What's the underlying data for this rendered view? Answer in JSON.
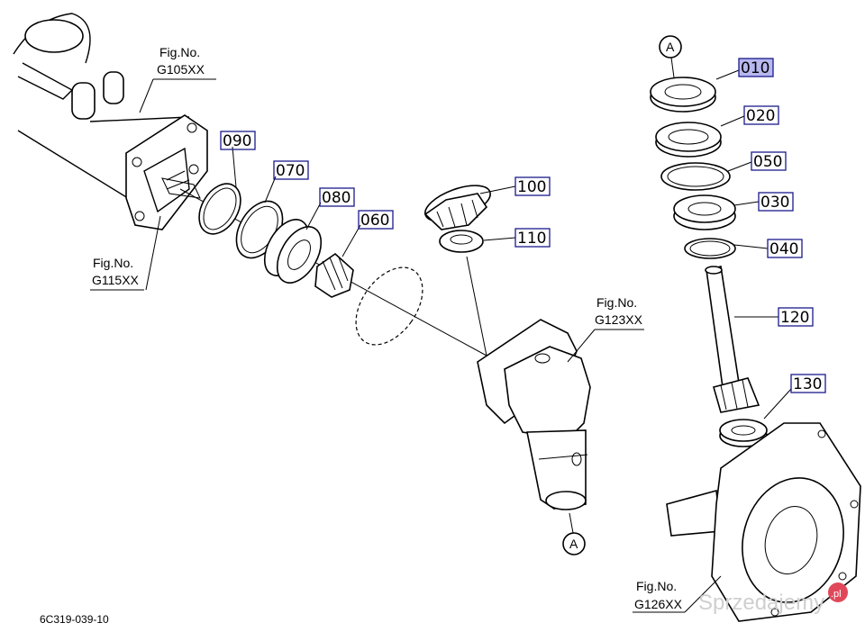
{
  "parts": [
    {
      "id": "p010",
      "label": "010",
      "selected": true
    },
    {
      "id": "p020",
      "label": "020"
    },
    {
      "id": "p050",
      "label": "050"
    },
    {
      "id": "p030",
      "label": "030"
    },
    {
      "id": "p040",
      "label": "040"
    },
    {
      "id": "p120",
      "label": "120"
    },
    {
      "id": "p130",
      "label": "130"
    },
    {
      "id": "p090",
      "label": "090"
    },
    {
      "id": "p070",
      "label": "070"
    },
    {
      "id": "p080",
      "label": "080"
    },
    {
      "id": "p060",
      "label": "060"
    },
    {
      "id": "p100",
      "label": "100"
    },
    {
      "id": "p110",
      "label": "110"
    }
  ],
  "figrefs": [
    {
      "line1": "Fig.No.",
      "line2": "G105XX"
    },
    {
      "line1": "Fig.No.",
      "line2": "G115XX"
    },
    {
      "line1": "Fig.No.",
      "line2": "G123XX"
    },
    {
      "line1": "Fig.No.",
      "line2": "G126XX"
    }
  ],
  "markers": {
    "top": "A",
    "bottom": "A"
  },
  "drawing_code": "6C319-039-10",
  "watermark": "Sprzedajemy",
  "watermark_tld": ".pl",
  "colors": {
    "label_box": "#1a1a8c",
    "selected_fill": "#b8b8f0",
    "watermark_badge": "#e0485a"
  }
}
